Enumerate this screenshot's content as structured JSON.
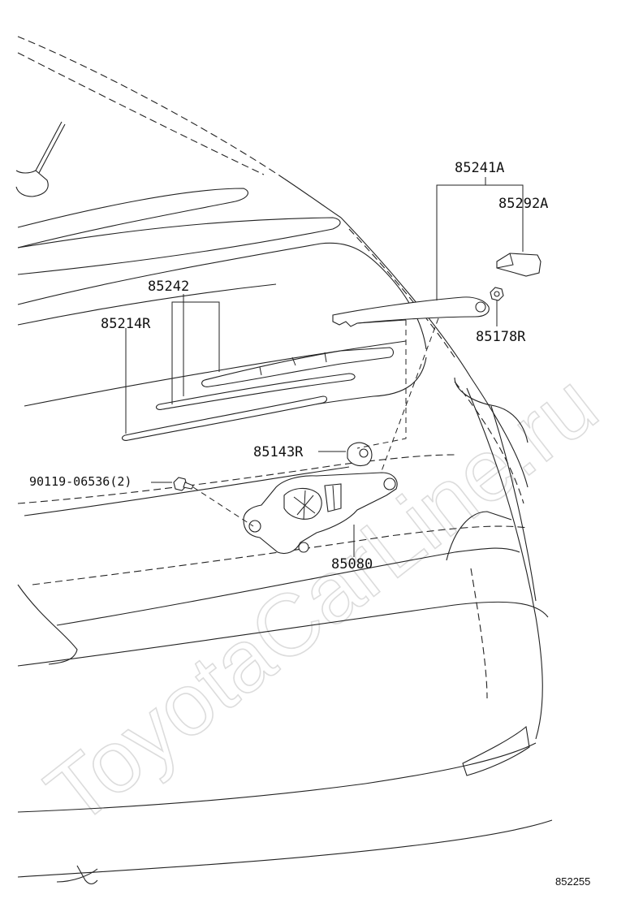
{
  "watermark": "ToyotaCarLine.ru",
  "diagram_code": "852255",
  "part_labels": {
    "p85241A": "85241A",
    "p85292A": "85292A",
    "p85178R": "85178R",
    "p85242": "85242",
    "p85214R": "85214R",
    "p85143R": "85143R",
    "p90119": "90119-06536(2)",
    "p85080": "85080"
  }
}
